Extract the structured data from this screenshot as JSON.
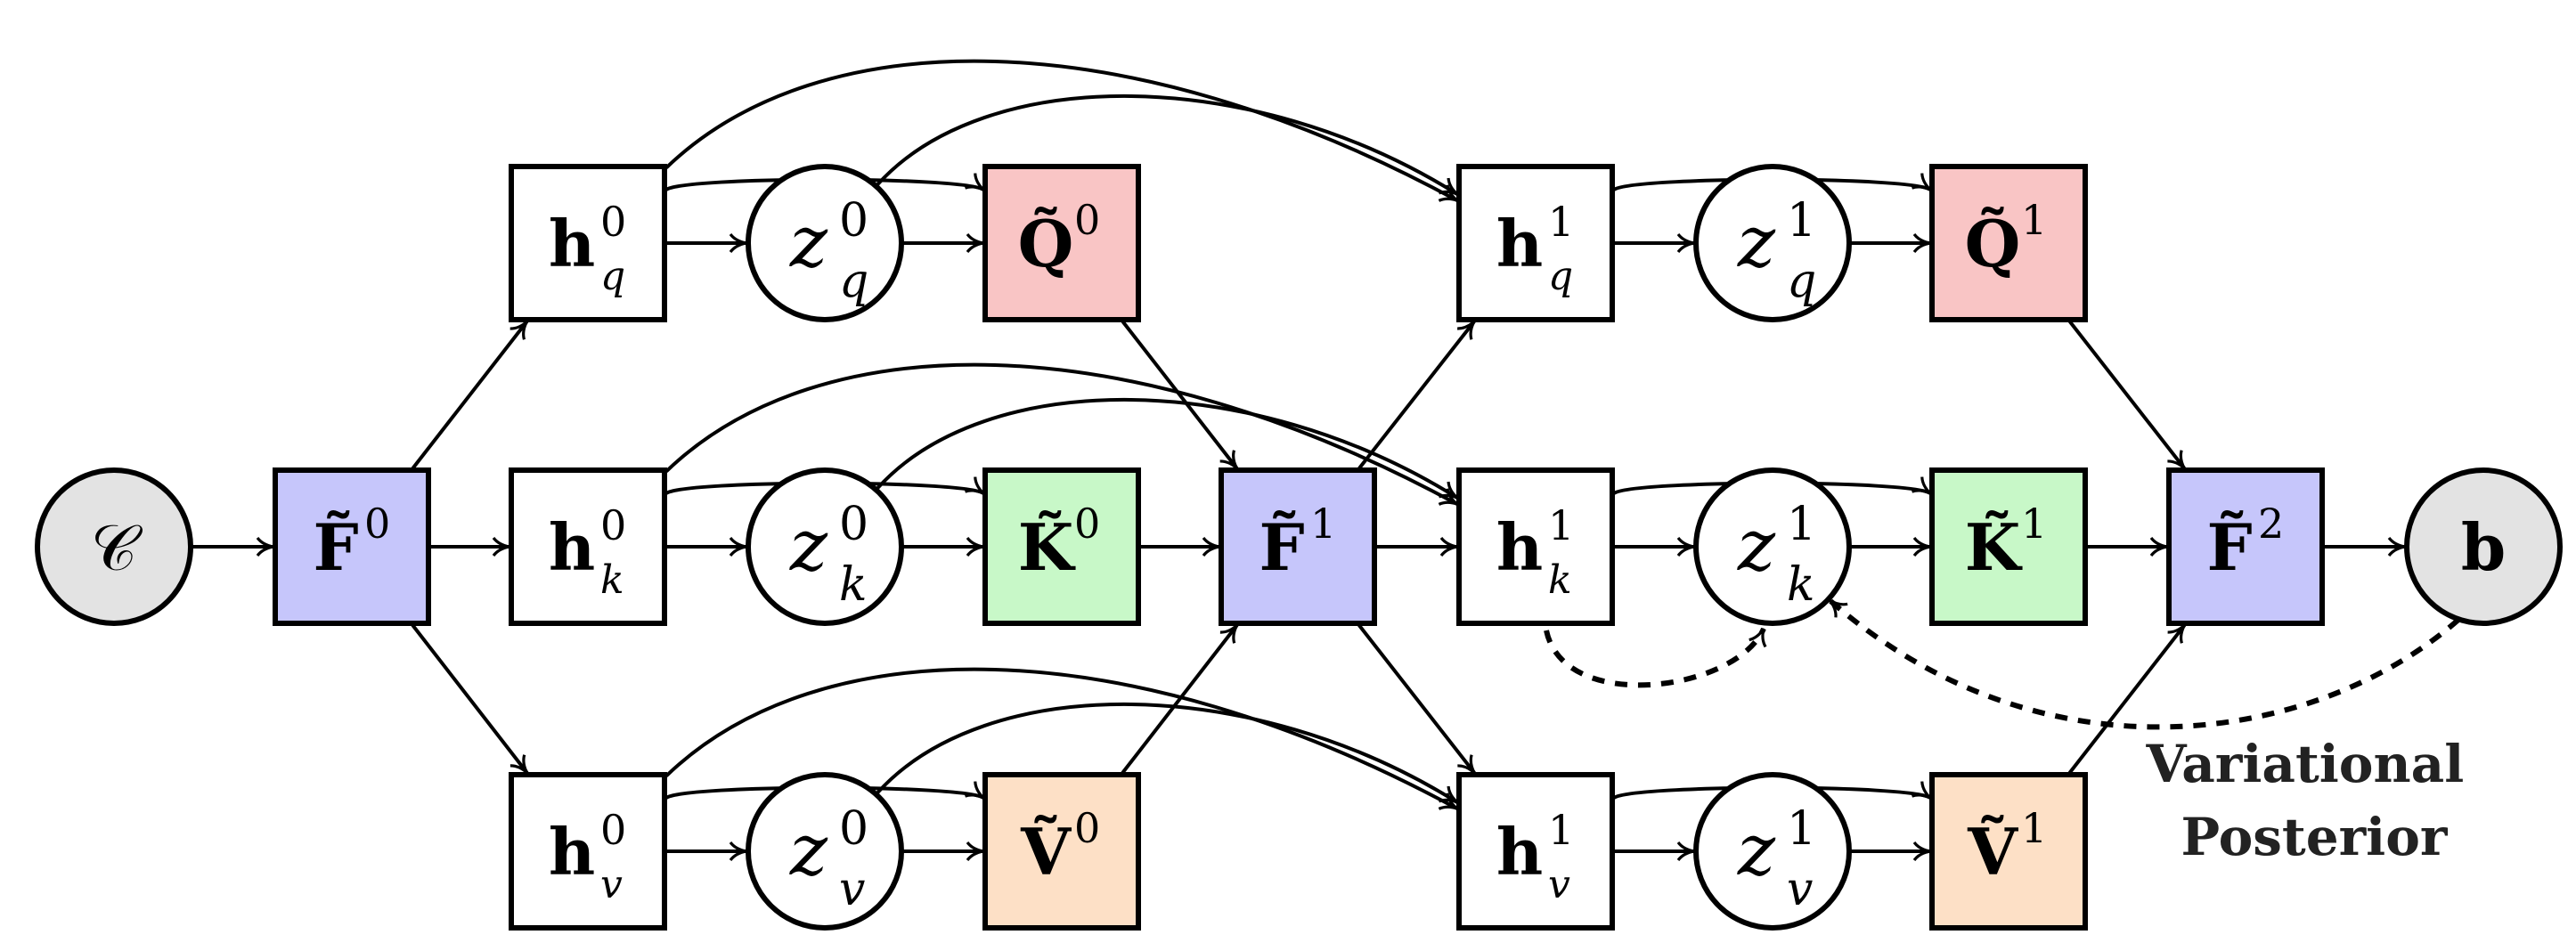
{
  "colors": {
    "background": "#ffffff",
    "stroke": "#000000",
    "context_fill": "#e3e3e3",
    "f_fill": "#c6c6fb",
    "q_fill": "#f9c5c5",
    "k_fill": "#c8f8c8",
    "v_fill": "#fde0c6",
    "plain_fill": "#ffffff"
  },
  "nodes": [
    {
      "id": "C",
      "kind": "circle",
      "fill": "context",
      "label": {
        "base": "𝒞",
        "bold": false,
        "italic": false
      }
    },
    {
      "id": "F0",
      "kind": "square",
      "fill": "f",
      "label": {
        "base": "F̃",
        "sup": "0",
        "bold": true
      }
    },
    {
      "id": "hq0",
      "kind": "square",
      "fill": "plain",
      "label": {
        "base": "h",
        "sup": "0",
        "sub": "q",
        "bold": true
      }
    },
    {
      "id": "hk0",
      "kind": "square",
      "fill": "plain",
      "label": {
        "base": "h",
        "sup": "0",
        "sub": "k",
        "bold": true
      }
    },
    {
      "id": "hv0",
      "kind": "square",
      "fill": "plain",
      "label": {
        "base": "h",
        "sup": "0",
        "sub": "v",
        "bold": true
      }
    },
    {
      "id": "zq0",
      "kind": "circle",
      "fill": "plain",
      "label": {
        "base": "z",
        "sup": "0",
        "sub": "q",
        "italic": true
      }
    },
    {
      "id": "zk0",
      "kind": "circle",
      "fill": "plain",
      "label": {
        "base": "z",
        "sup": "0",
        "sub": "k",
        "italic": true
      }
    },
    {
      "id": "zv0",
      "kind": "circle",
      "fill": "plain",
      "label": {
        "base": "z",
        "sup": "0",
        "sub": "v",
        "italic": true
      }
    },
    {
      "id": "Q0",
      "kind": "square",
      "fill": "q",
      "label": {
        "base": "Q̃",
        "sup": "0",
        "bold": true
      }
    },
    {
      "id": "K0",
      "kind": "square",
      "fill": "k",
      "label": {
        "base": "K̃",
        "sup": "0",
        "bold": true
      }
    },
    {
      "id": "V0",
      "kind": "square",
      "fill": "v",
      "label": {
        "base": "Ṽ",
        "sup": "0",
        "bold": true
      }
    },
    {
      "id": "F1",
      "kind": "square",
      "fill": "f",
      "label": {
        "base": "F̃",
        "sup": "1",
        "bold": true
      }
    },
    {
      "id": "hq1",
      "kind": "square",
      "fill": "plain",
      "label": {
        "base": "h",
        "sup": "1",
        "sub": "q",
        "bold": true
      }
    },
    {
      "id": "hk1",
      "kind": "square",
      "fill": "plain",
      "label": {
        "base": "h",
        "sup": "1",
        "sub": "k",
        "bold": true
      }
    },
    {
      "id": "hv1",
      "kind": "square",
      "fill": "plain",
      "label": {
        "base": "h",
        "sup": "1",
        "sub": "v",
        "bold": true
      }
    },
    {
      "id": "zq1",
      "kind": "circle",
      "fill": "plain",
      "label": {
        "base": "z",
        "sup": "1",
        "sub": "q",
        "italic": true
      }
    },
    {
      "id": "zk1",
      "kind": "circle",
      "fill": "plain",
      "label": {
        "base": "z",
        "sup": "1",
        "sub": "k",
        "italic": true
      }
    },
    {
      "id": "zv1",
      "kind": "circle",
      "fill": "plain",
      "label": {
        "base": "z",
        "sup": "1",
        "sub": "v",
        "italic": true
      }
    },
    {
      "id": "Q1",
      "kind": "square",
      "fill": "q",
      "label": {
        "base": "Q̃",
        "sup": "1",
        "bold": true
      }
    },
    {
      "id": "K1",
      "kind": "square",
      "fill": "k",
      "label": {
        "base": "K̃",
        "sup": "1",
        "bold": true
      }
    },
    {
      "id": "V1",
      "kind": "square",
      "fill": "v",
      "label": {
        "base": "Ṽ",
        "sup": "1",
        "bold": true
      }
    },
    {
      "id": "F2",
      "kind": "square",
      "fill": "f",
      "label": {
        "base": "F̃",
        "sup": "2",
        "bold": true
      }
    },
    {
      "id": "b",
      "kind": "circle",
      "fill": "context",
      "label": {
        "base": "b",
        "bold": true
      }
    }
  ],
  "edges": [
    {
      "from": "C",
      "to": "F0"
    },
    {
      "from": "F0",
      "to": "hq0"
    },
    {
      "from": "F0",
      "to": "hk0"
    },
    {
      "from": "F0",
      "to": "hv0"
    },
    {
      "from": "hq0",
      "to": "zq0"
    },
    {
      "from": "zq0",
      "to": "Q0"
    },
    {
      "from": "hq0",
      "to": "Q0"
    },
    {
      "from": "hq0",
      "to": "hq1"
    },
    {
      "from": "zq0",
      "to": "hq1"
    },
    {
      "from": "hk0",
      "to": "zk0"
    },
    {
      "from": "zk0",
      "to": "K0"
    },
    {
      "from": "hk0",
      "to": "K0"
    },
    {
      "from": "hk0",
      "to": "hk1"
    },
    {
      "from": "zk0",
      "to": "hk1"
    },
    {
      "from": "hv0",
      "to": "zv0"
    },
    {
      "from": "zv0",
      "to": "V0"
    },
    {
      "from": "hv0",
      "to": "V0"
    },
    {
      "from": "hv0",
      "to": "hv1"
    },
    {
      "from": "zv0",
      "to": "hv1"
    },
    {
      "from": "Q0",
      "to": "F1"
    },
    {
      "from": "K0",
      "to": "F1"
    },
    {
      "from": "V0",
      "to": "F1"
    },
    {
      "from": "F1",
      "to": "hq1"
    },
    {
      "from": "F1",
      "to": "hk1"
    },
    {
      "from": "F1",
      "to": "hv1"
    },
    {
      "from": "hq1",
      "to": "zq1"
    },
    {
      "from": "zq1",
      "to": "Q1"
    },
    {
      "from": "hq1",
      "to": "Q1"
    },
    {
      "from": "hk1",
      "to": "zk1"
    },
    {
      "from": "zk1",
      "to": "K1"
    },
    {
      "from": "hk1",
      "to": "K1"
    },
    {
      "from": "hv1",
      "to": "zv1"
    },
    {
      "from": "zv1",
      "to": "V1"
    },
    {
      "from": "hv1",
      "to": "V1"
    },
    {
      "from": "Q1",
      "to": "F2"
    },
    {
      "from": "K1",
      "to": "F2"
    },
    {
      "from": "V1",
      "to": "F2"
    },
    {
      "from": "F2",
      "to": "b"
    },
    {
      "from": "hk1",
      "to": "zk1",
      "style": "dashed"
    },
    {
      "from": "b",
      "to": "zk1",
      "style": "dashed"
    }
  ],
  "annotation": {
    "lines": [
      "Variational",
      "Posterior"
    ]
  }
}
